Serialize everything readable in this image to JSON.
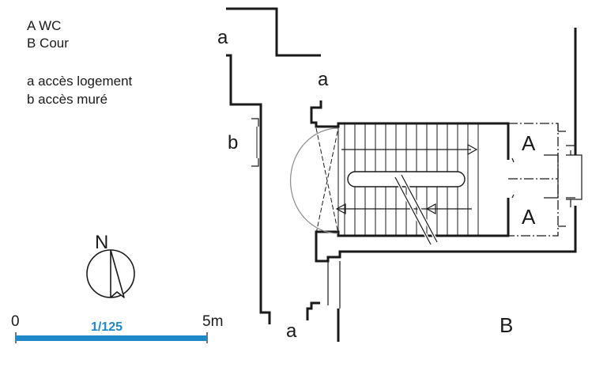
{
  "legend": {
    "item_A": "A  WC",
    "item_B": "B  Cour",
    "item_a": "a  accès logement",
    "item_b": "b accès muré"
  },
  "labels": {
    "access_top": "a",
    "access_upper_mid": "a",
    "access_bottom": "a",
    "walled_access": "b",
    "wc_top": "A",
    "wc_bottom": "A",
    "court": "B"
  },
  "compass": {
    "north": "N"
  },
  "scale": {
    "start": "0",
    "end": "5m",
    "ratio": "1/125",
    "bar_color": "#1e88c8",
    "ratio_color": "#1e88c8"
  }
}
